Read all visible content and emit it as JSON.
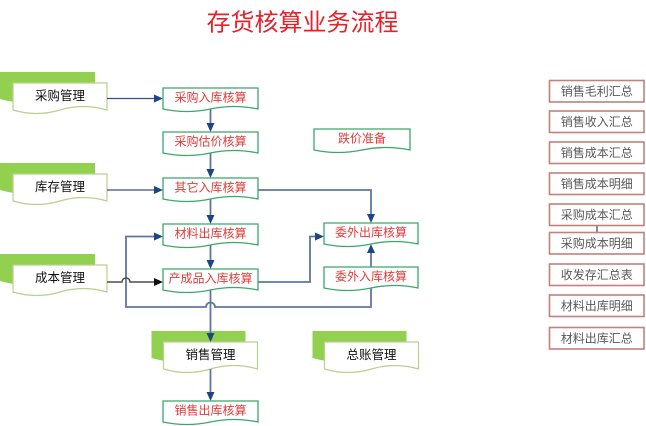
{
  "title": "存货核算业务流程",
  "modules": {
    "purchase": {
      "label": "采购管理"
    },
    "inventory": {
      "label": "库存管理"
    },
    "cost": {
      "label": "成本管理"
    },
    "sales": {
      "label": "销售管理"
    },
    "general_ledger": {
      "label": "总账管理"
    }
  },
  "nodes": {
    "purchase_inbound": {
      "label": "采购入库核算"
    },
    "purchase_estimate": {
      "label": "采购估价核算"
    },
    "other_inbound": {
      "label": "其它入库核算"
    },
    "material_outbound": {
      "label": "材料出库核算"
    },
    "finished_goods_inbound": {
      "label": "产成品入库核算"
    },
    "impairment_reserve": {
      "label": "跌价准备"
    },
    "outsourcing_outbound": {
      "label": "委外出库核算"
    },
    "outsourcing_inbound": {
      "label": "委外入库核算"
    },
    "sales_outbound": {
      "label": "销售出库核算"
    }
  },
  "reports": [
    {
      "label": "销售毛利汇总"
    },
    {
      "label": "销售收入汇总"
    },
    {
      "label": "销售成本汇总"
    },
    {
      "label": "销售成本明细"
    },
    {
      "label": "采购成本汇总"
    },
    {
      "label": "采购成本明细"
    },
    {
      "label": "收发存汇总表"
    },
    {
      "label": "材料出库明细"
    },
    {
      "label": "材料出库汇总"
    }
  ],
  "connections": [
    {
      "from": "采购管理",
      "to": "采购入库核算"
    },
    {
      "from": "采购入库核算",
      "to": "采购估价核算"
    },
    {
      "from": "采购估价核算",
      "to": "其它入库核算"
    },
    {
      "from": "库存管理",
      "to": "其它入库核算"
    },
    {
      "from": "其它入库核算",
      "to": "材料出库核算"
    },
    {
      "from": "其它入库核算",
      "to": "委外出库核算"
    },
    {
      "from": "材料出库核算",
      "to": "产成品入库核算"
    },
    {
      "from": "成本管理",
      "to": "产成品入库核算"
    },
    {
      "from": "产成品入库核算",
      "to": "委外出库核算"
    },
    {
      "from": "产成品入库核算",
      "to": "销售管理"
    },
    {
      "from": "销售管理",
      "to": "销售出库核算"
    },
    {
      "from": "委外入库核算",
      "to": "委外出库核算"
    },
    {
      "from": "委外入库核算",
      "to": "材料出库核算"
    },
    {
      "from": "采购成本汇总",
      "to": "采购成本明细",
      "arrow": false
    }
  ],
  "colors": {
    "title_text": "#e8202a",
    "node_text": "#e23a38",
    "node_border": "#3aa86b",
    "module_fill": "#92d050",
    "module_border": "#b9d08e",
    "module_text": "#111111",
    "report_text": "#595959",
    "report_border": "#c4807a",
    "connector": "#5d789e",
    "connector_dark": "#34527f",
    "connector_cost": "#4d4d4d",
    "arrowhead": "#1e4682",
    "arrowhead_cost": "#111111",
    "report_link": "#4d4d4d"
  }
}
